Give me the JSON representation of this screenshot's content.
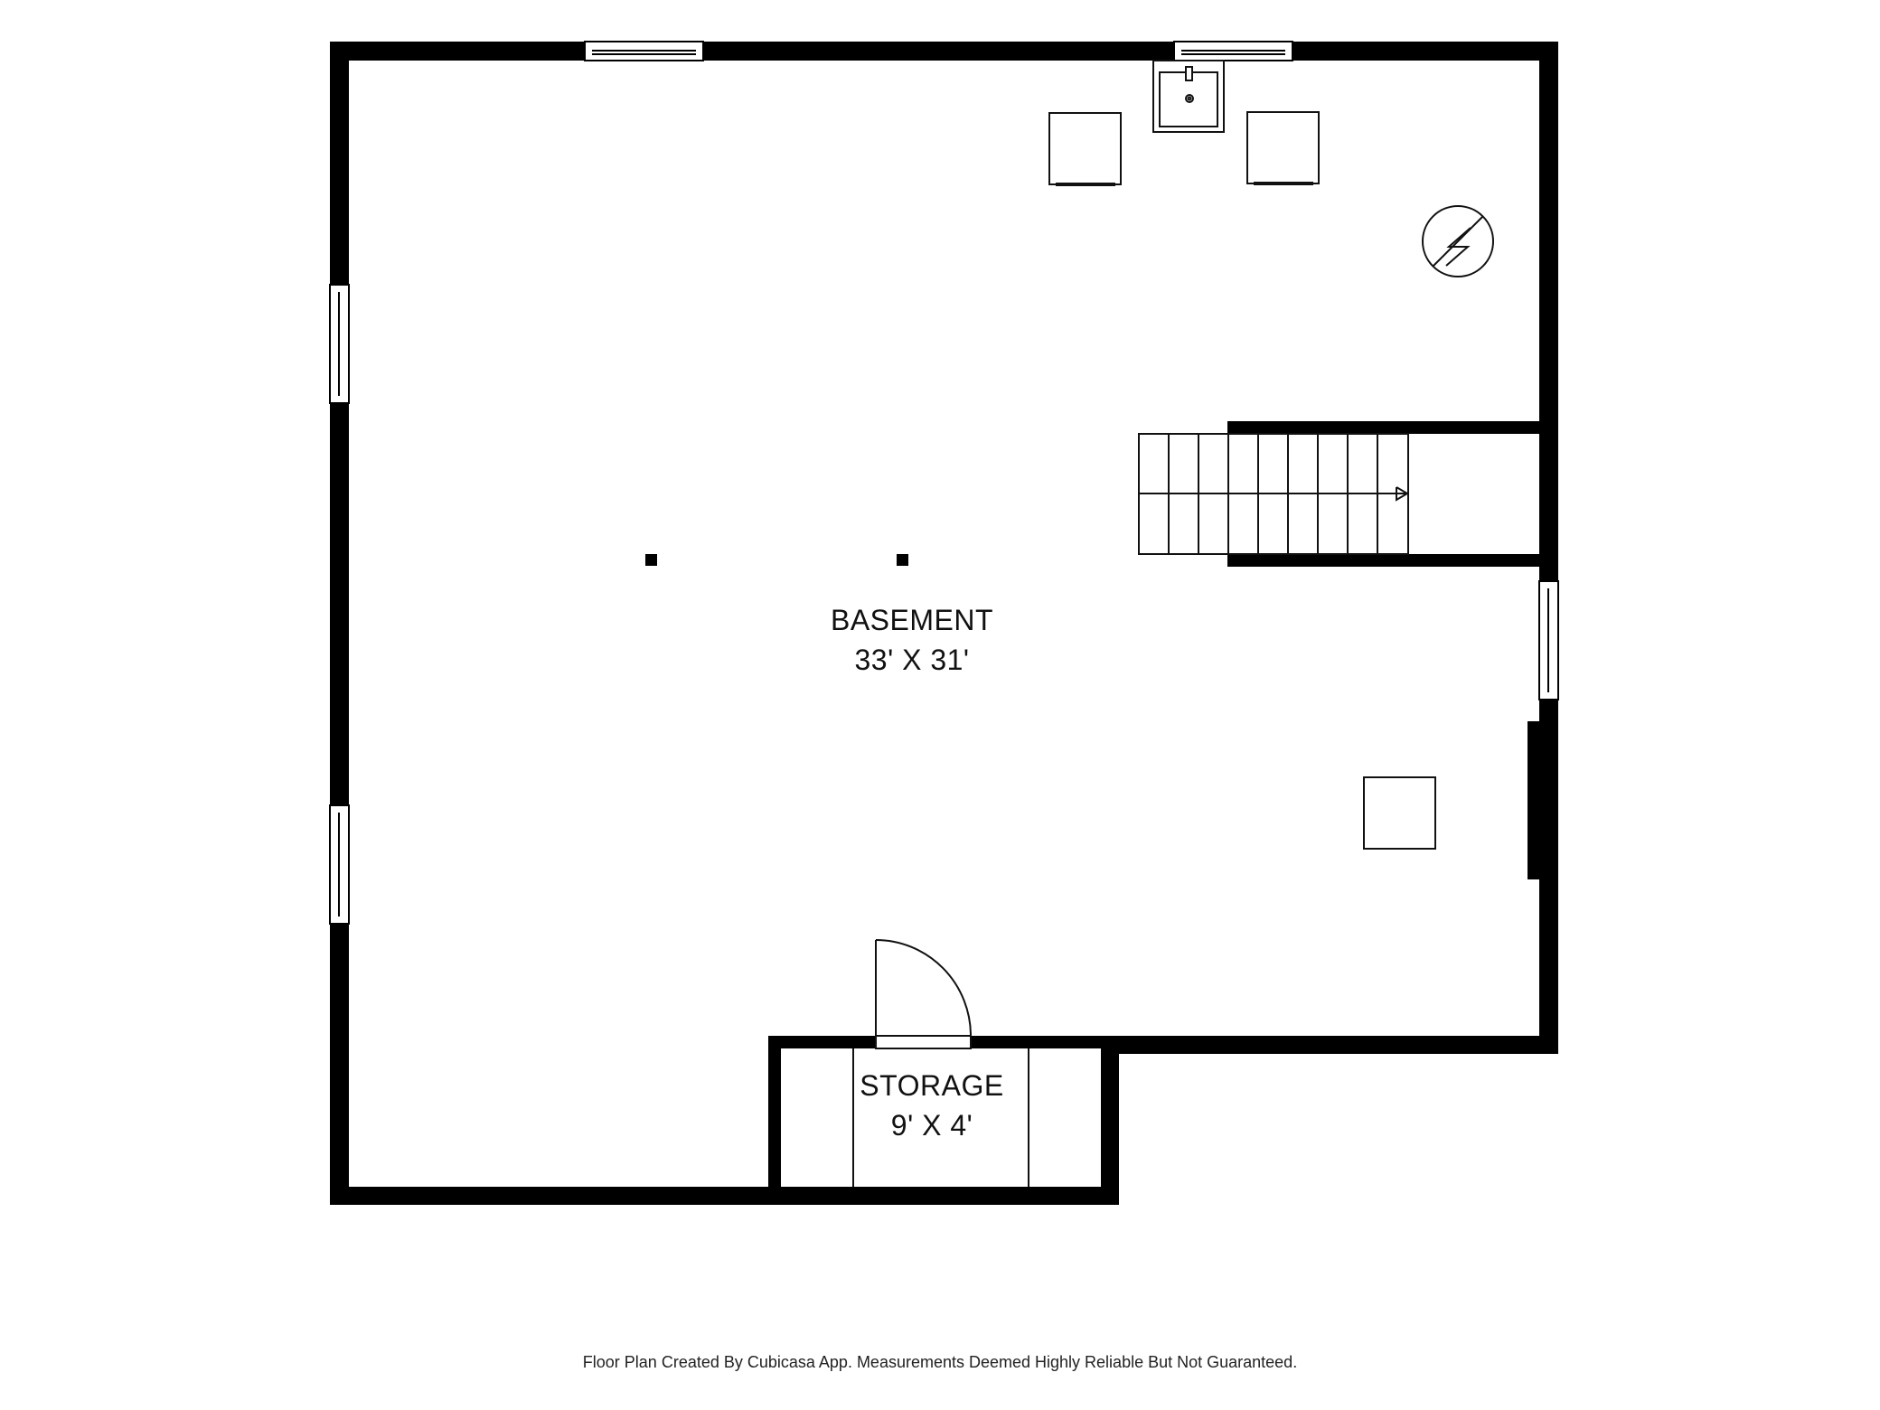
{
  "rooms": {
    "basement": {
      "name": "BASEMENT",
      "dimensions": "33' X 31'"
    },
    "storage": {
      "name": "STORAGE",
      "dimensions": "9' X 4'"
    }
  },
  "footer": {
    "note": "Floor Plan Created By Cubicasa App. Measurements Deemed Highly Reliable But Not Guaranteed."
  },
  "colors": {
    "wall": "#000000",
    "background": "#ffffff",
    "fixture_stroke": "#111111"
  },
  "icons": [
    "sink-icon",
    "appliance-icon",
    "water-heater-icon",
    "stairs-icon",
    "door-icon",
    "window-icon",
    "support-post-icon"
  ]
}
